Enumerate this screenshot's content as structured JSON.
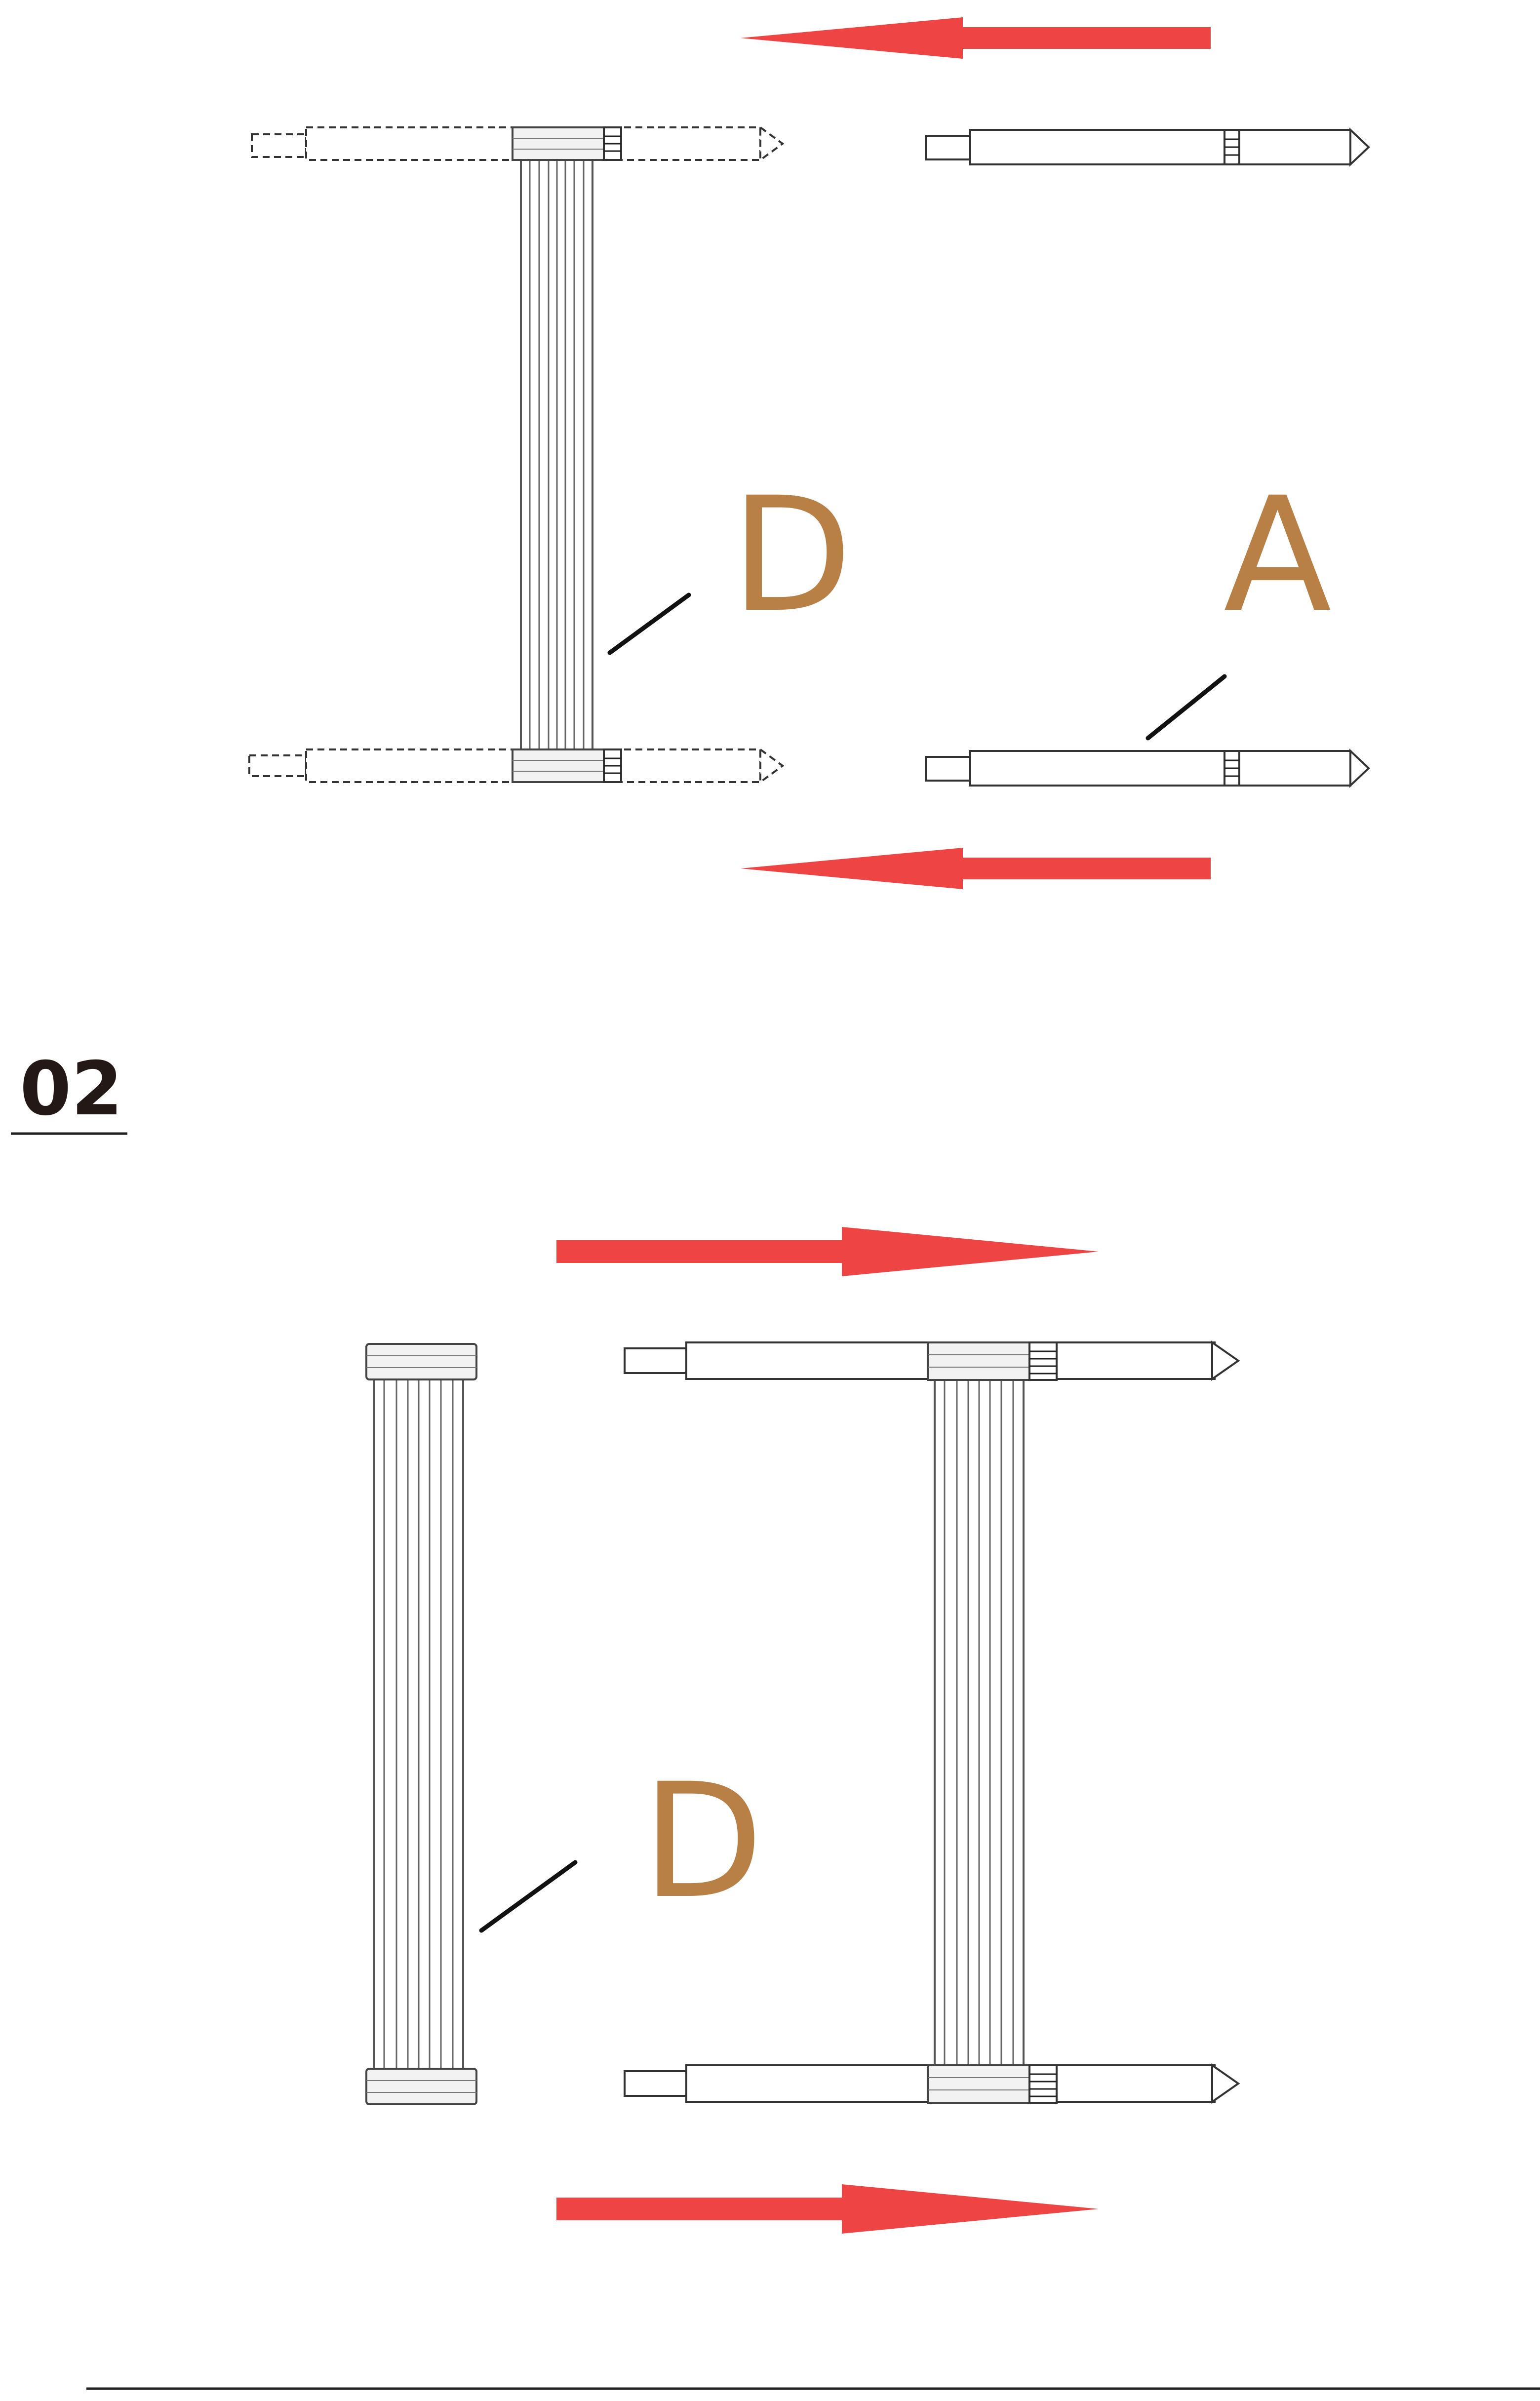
{
  "step": {
    "number": "02"
  },
  "labels": {
    "part_d_top": "D",
    "part_a": "A",
    "part_d_bottom": "D"
  },
  "colors": {
    "arrow": "#ef4444",
    "label": "#b98046",
    "line": "#333333"
  },
  "icons": {
    "arrow_left": "arrow-left-icon",
    "arrow_right": "arrow-right-icon"
  }
}
